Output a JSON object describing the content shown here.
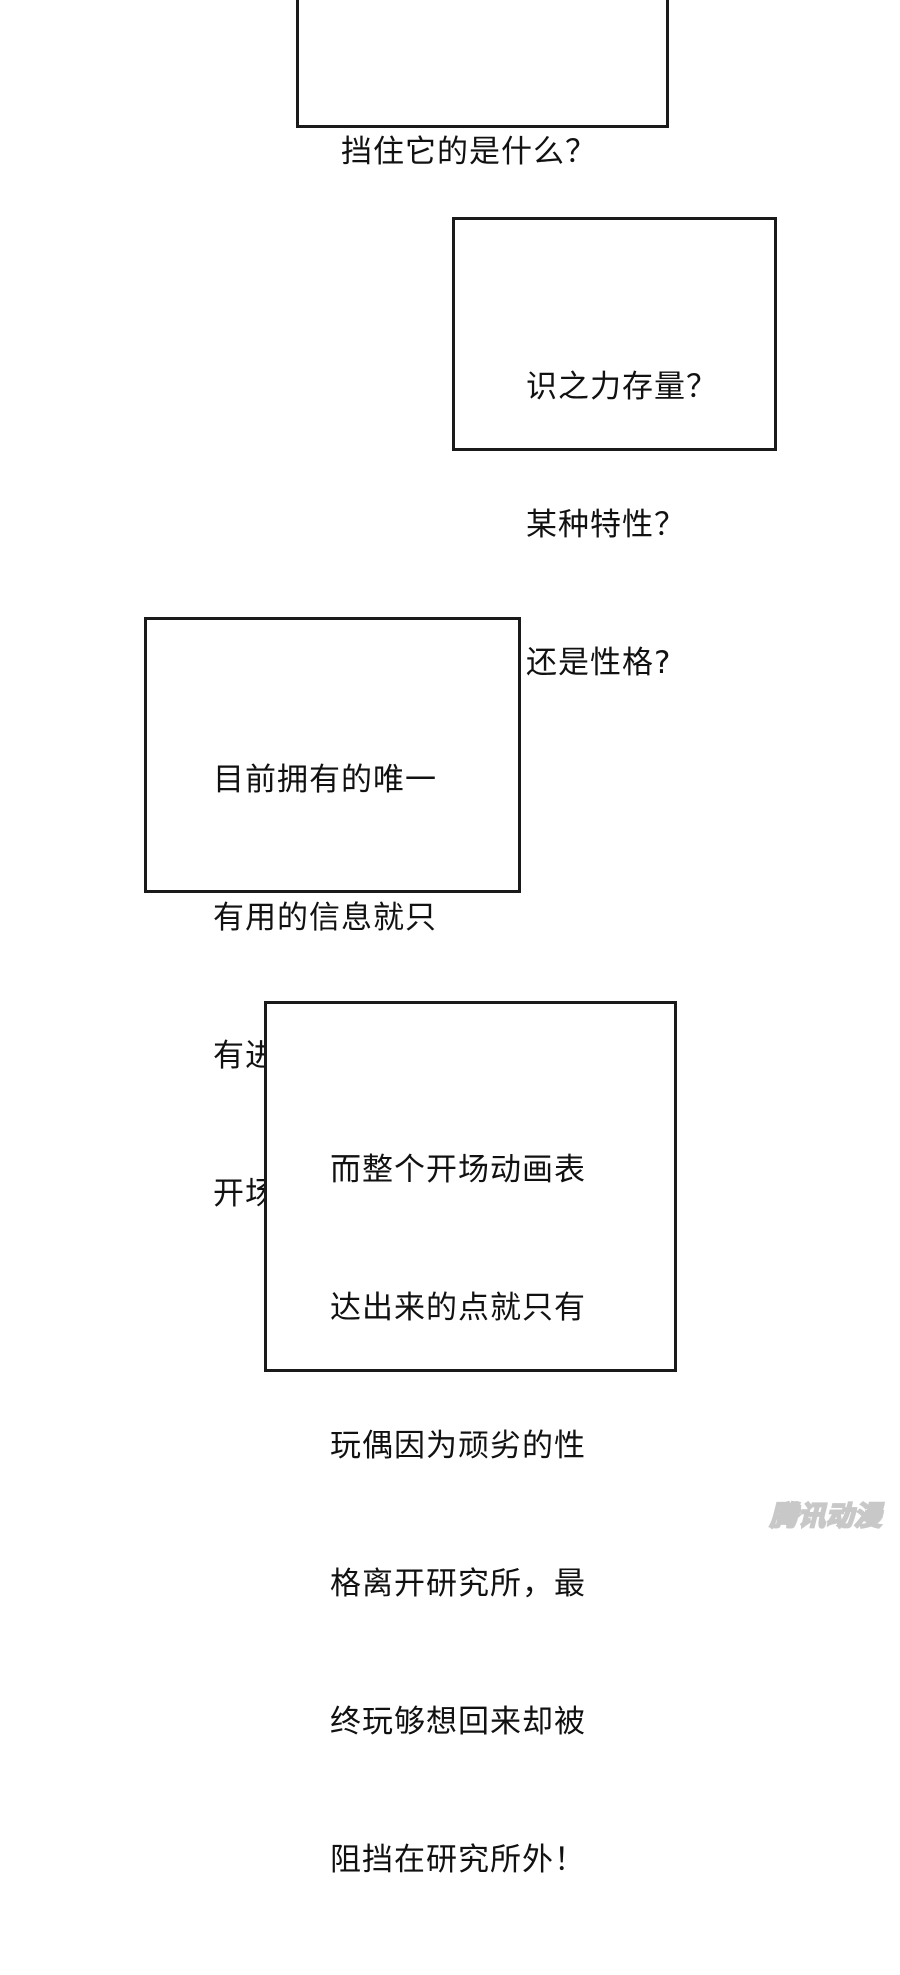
{
  "captions": [
    {
      "lines": [
        "挡住它的是什么？"
      ]
    },
    {
      "lines": [
        "识之力存量？",
        "某种特性？",
        "还是性格?"
      ]
    },
    {
      "lines": [
        "目前拥有的唯一",
        "有用的信息就只",
        "有进入秘境时的",
        "开场动画，"
      ]
    },
    {
      "lines": [
        "而整个开场动画表",
        "达出来的点就只有",
        "玩偶因为顽劣的性",
        "格离开研究所，最",
        "终玩够想回来却被",
        "阻挡在研究所外！"
      ]
    }
  ],
  "watermark": "腾讯动漫",
  "colors": {
    "background": "#ffffff",
    "border": "#1a1a1a",
    "text": "#111111",
    "watermark": "#c8c8c8"
  }
}
